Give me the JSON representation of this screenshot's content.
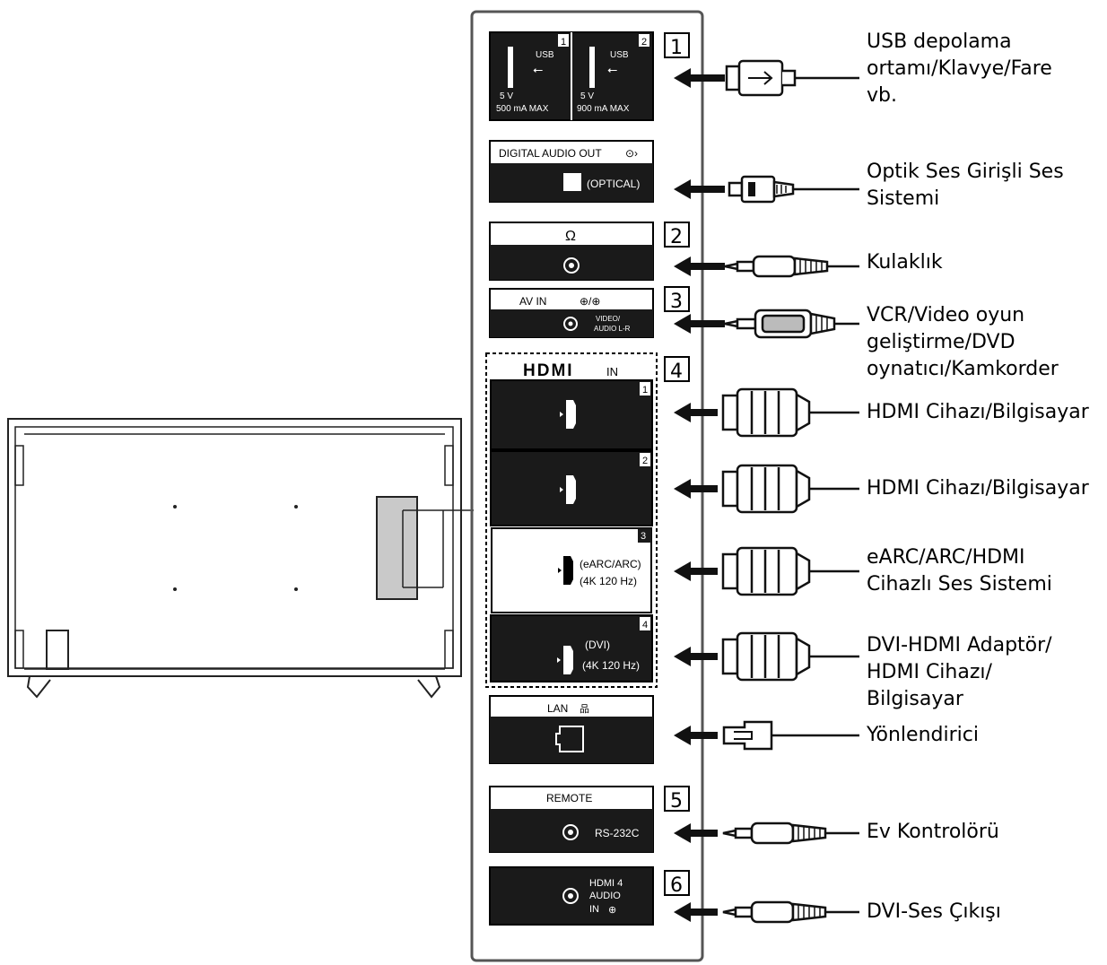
{
  "ports": [
    {
      "id": "usb",
      "number": "1",
      "texts": {
        "usb1_label": "USB",
        "usb1_slot": "1",
        "usb1_volt": "5 V",
        "usb1_amp": "500 mA MAX",
        "usb2_label": "USB",
        "usb2_slot": "2",
        "usb2_volt": "5 V",
        "usb2_amp": "900 mA MAX"
      },
      "devices": [
        "USB depolama",
        "ortamı/Klavye/Fare",
        "vb."
      ]
    },
    {
      "id": "optical",
      "number": "",
      "texts": {
        "head": "DIGITAL AUDIO OUT",
        "body": "(OPTICAL)"
      },
      "devices": [
        "Optik Ses Girişli Ses",
        "Sistemi"
      ]
    },
    {
      "id": "headphone",
      "number": "2",
      "texts": {},
      "devices": [
        "Kulaklık"
      ]
    },
    {
      "id": "av-in",
      "number": "3",
      "texts": {
        "head": "AV IN",
        "body_line1": "VIDEO/",
        "body_line2": "AUDIO L-R"
      },
      "devices": [
        "VCR/Video oyun",
        "geliştirme/DVD",
        "oynatıcı/Kamkorder"
      ]
    },
    {
      "id": "hdmi1",
      "number": "4",
      "texts": {
        "head": "HDMI",
        "head_suffix": "IN",
        "slot": "1"
      },
      "devices": [
        "HDMI Cihazı/Bilgisayar"
      ]
    },
    {
      "id": "hdmi2",
      "number": "",
      "texts": {
        "slot": "2"
      },
      "devices": [
        "HDMI Cihazı/Bilgisayar"
      ]
    },
    {
      "id": "hdmi3",
      "number": "",
      "texts": {
        "slot": "3",
        "line1": "(eARC/ARC)",
        "line2": "(4K 120 Hz)"
      },
      "devices": [
        "eARC/ARC/HDMI",
        "Cihazlı Ses Sistemi"
      ]
    },
    {
      "id": "hdmi4",
      "number": "",
      "texts": {
        "slot": "4",
        "line1": "(DVI)",
        "line2": "(4K 120 Hz)"
      },
      "devices": [
        "DVI-HDMI Adaptör/",
        "HDMI Cihazı/",
        "Bilgisayar"
      ]
    },
    {
      "id": "lan",
      "number": "",
      "texts": {
        "head": "LAN"
      },
      "devices": [
        "Yönlendirici"
      ]
    },
    {
      "id": "remote",
      "number": "5",
      "texts": {
        "head": "REMOTE",
        "body": "RS-232C"
      },
      "devices": [
        "Ev Kontrolörü"
      ]
    },
    {
      "id": "hdmi4-audio",
      "number": "6",
      "texts": {
        "line1": "HDMI 4",
        "line2": "AUDIO",
        "line3": "IN"
      },
      "devices": [
        "DVI-Ses Çıkışı"
      ]
    }
  ]
}
